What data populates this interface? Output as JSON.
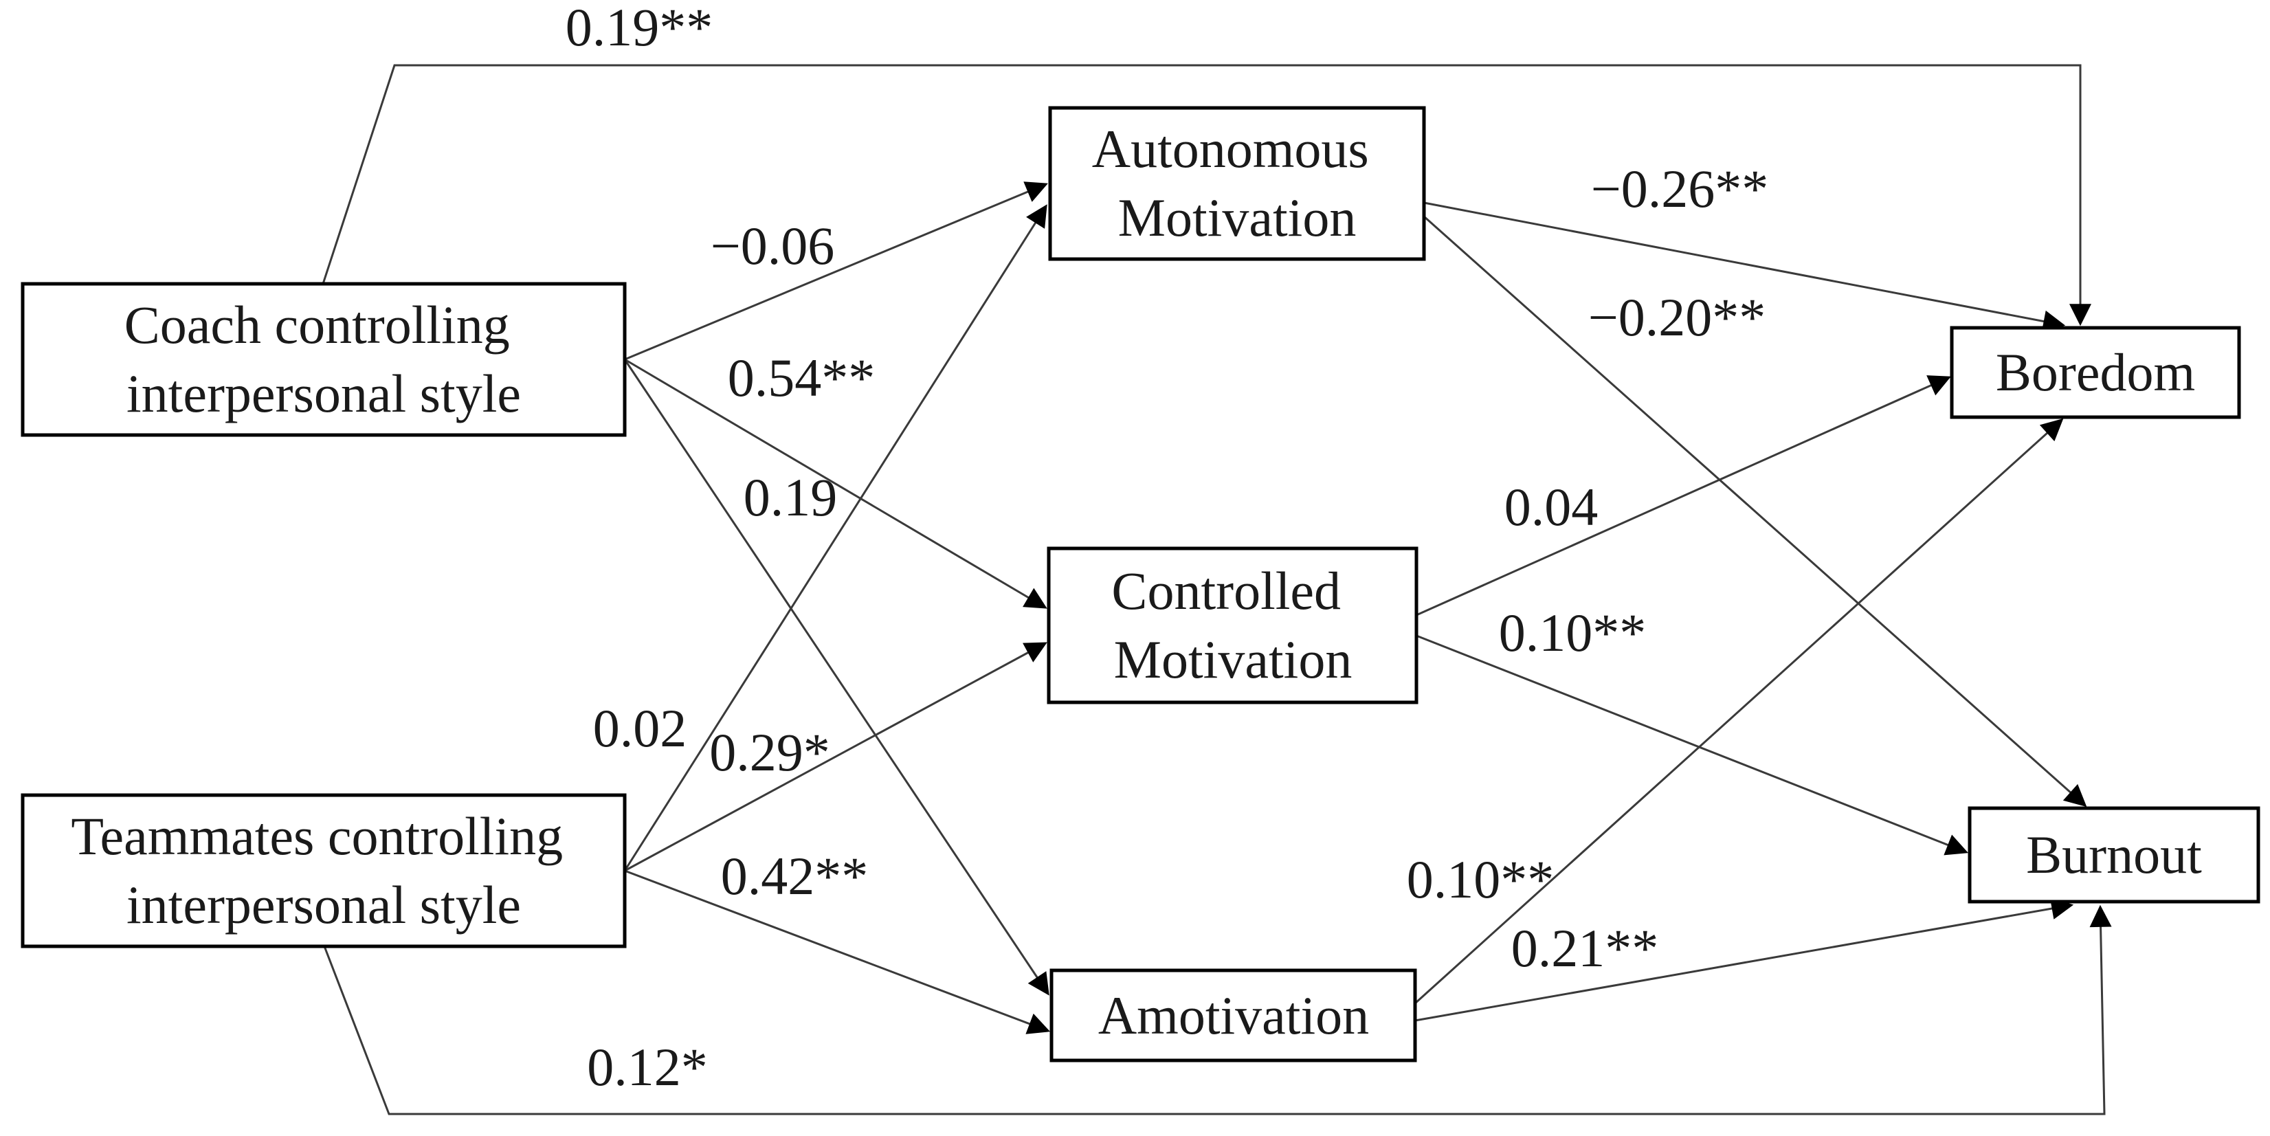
{
  "figure": {
    "type": "path-diagram",
    "background_color": "#ffffff",
    "ink_color": "#000000",
    "significance_note_convention": "* and ** markers shown on coefficients"
  },
  "nodes": {
    "coach": {
      "line1": "Coach controlling",
      "line2": "interpersonal style"
    },
    "teammates": {
      "line1": "Teammates controlling",
      "line2": "interpersonal style"
    },
    "autonomous": {
      "line1": "Autonomous",
      "line2": "Motivation"
    },
    "controlled": {
      "line1": "Controlled",
      "line2": "Motivation"
    },
    "amotivation": {
      "label": "Amotivation"
    },
    "boredom": {
      "label": "Boredom"
    },
    "burnout": {
      "label": "Burnout"
    }
  },
  "edges": {
    "coach_boredom": {
      "from": "Coach controlling interpersonal style",
      "to": "Boredom",
      "coef": "0.19**"
    },
    "coach_autonomous": {
      "from": "Coach controlling interpersonal style",
      "to": "Autonomous Motivation",
      "coef": "−0.06"
    },
    "coach_controlled": {
      "from": "Coach controlling interpersonal style",
      "to": "Controlled Motivation",
      "coef": "0.54**"
    },
    "coach_amotivation": {
      "from": "Coach controlling interpersonal style",
      "to": "Amotivation",
      "coef": "0.19"
    },
    "teammates_autonomous": {
      "from": "Teammates controlling interpersonal style",
      "to": "Autonomous Motivation",
      "coef": "0.02"
    },
    "teammates_controlled": {
      "from": "Teammates controlling interpersonal style",
      "to": "Controlled Motivation",
      "coef": "0.29*"
    },
    "teammates_amotivation": {
      "from": "Teammates controlling interpersonal style",
      "to": "Amotivation",
      "coef": "0.42**"
    },
    "teammates_burnout": {
      "from": "Teammates controlling interpersonal style",
      "to": "Burnout",
      "coef": "0.12*"
    },
    "autonomous_boredom": {
      "from": "Autonomous Motivation",
      "to": "Boredom",
      "coef": "−0.26**"
    },
    "autonomous_burnout": {
      "from": "Autonomous Motivation",
      "to": "Burnout",
      "coef": "−0.20**"
    },
    "controlled_boredom": {
      "from": "Controlled Motivation",
      "to": "Boredom",
      "coef": "0.04"
    },
    "controlled_burnout": {
      "from": "Controlled Motivation",
      "to": "Burnout",
      "coef": "0.10**"
    },
    "amotivation_boredom": {
      "from": "Amotivation",
      "to": "Boredom",
      "coef": "0.10**"
    },
    "amotivation_burnout": {
      "from": "Amotivation",
      "to": "Burnout",
      "coef": "0.21**"
    }
  }
}
